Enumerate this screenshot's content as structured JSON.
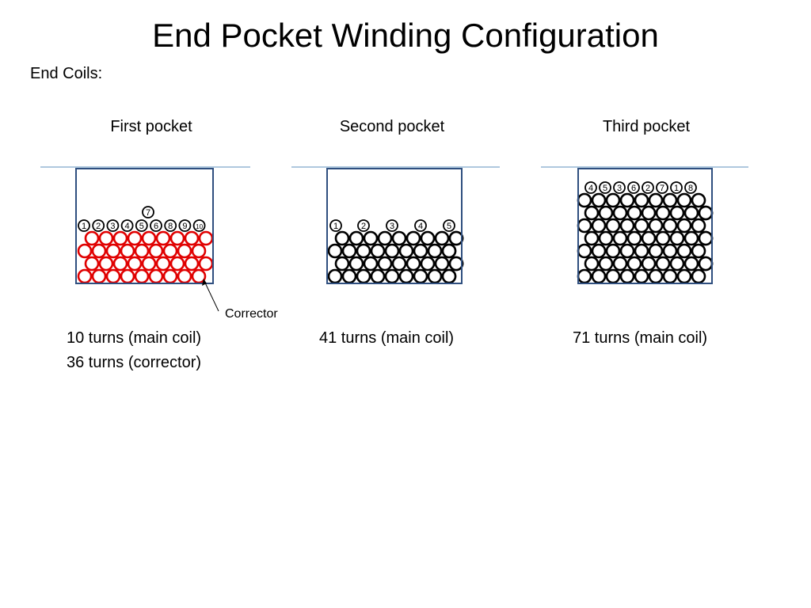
{
  "title": "End Pocket Winding Configuration",
  "subtitle": "End Coils:",
  "colors": {
    "coil": "#000000",
    "corrector": "#e00000",
    "pocket_border": "#2f4f7f",
    "surface_line": "#7fa7c9"
  },
  "pockets": [
    {
      "label": "First pocket",
      "top_numbers": [
        "1",
        "2",
        "3",
        "4",
        "5",
        "6",
        "8",
        "9",
        "10"
      ],
      "raised_number": "7",
      "turns": [
        "10 turns (main coil)",
        "36 turns (corrector)"
      ],
      "annotation": "Corrector"
    },
    {
      "label": "Second pocket",
      "top_numbers": [
        "1",
        "2",
        "3",
        "4",
        "5"
      ],
      "turns": [
        "41 turns (main coil)"
      ]
    },
    {
      "label": "Third pocket",
      "top_numbers": [
        "4",
        "5",
        "3",
        "6",
        "2",
        "7",
        "1",
        "8"
      ],
      "turns": [
        "71 turns (main coil)"
      ]
    }
  ]
}
